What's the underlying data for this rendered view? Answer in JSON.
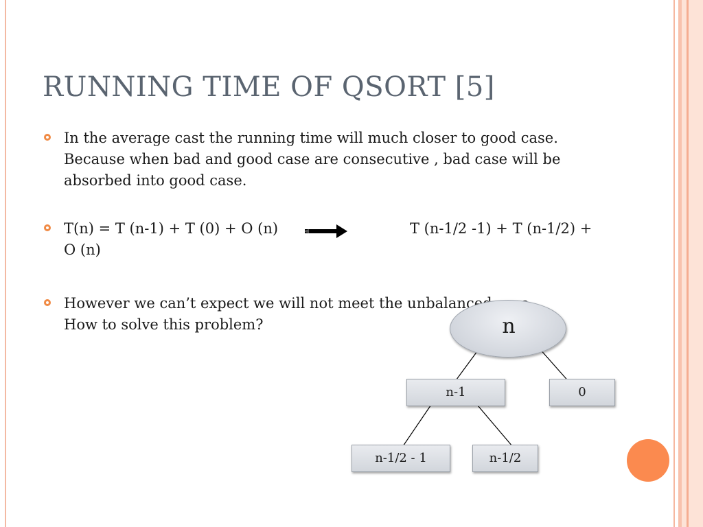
{
  "slide": {
    "title": "RUNNING TIME OF QSORT [5]",
    "bullets": [
      {
        "lines": [
          "In the average cast the running time will much closer to good case.",
          "Because when bad and good case are consecutive , bad case will be",
          "absorbed into good case."
        ]
      },
      {
        "equation_left": "T(n) = T (n-1) + T (0) + O (n)",
        "equation_right": "T (n-1/2 -1) + T (n-1/2) +",
        "equation_cont": "O (n)"
      },
      {
        "lines": [
          "However we can’t expect we will not meet the unbalanced case.",
          "How to solve this problem?"
        ]
      }
    ]
  },
  "tree": {
    "root": "n",
    "left": "n-1",
    "right": "0",
    "left_left": "n-1/2 - 1",
    "left_right": "n-1/2"
  },
  "colors": {
    "accent": "#f08a44",
    "title": "#5a6470",
    "node_fill": "#d2d6dc",
    "decor_circle": "#fb8a4f"
  }
}
